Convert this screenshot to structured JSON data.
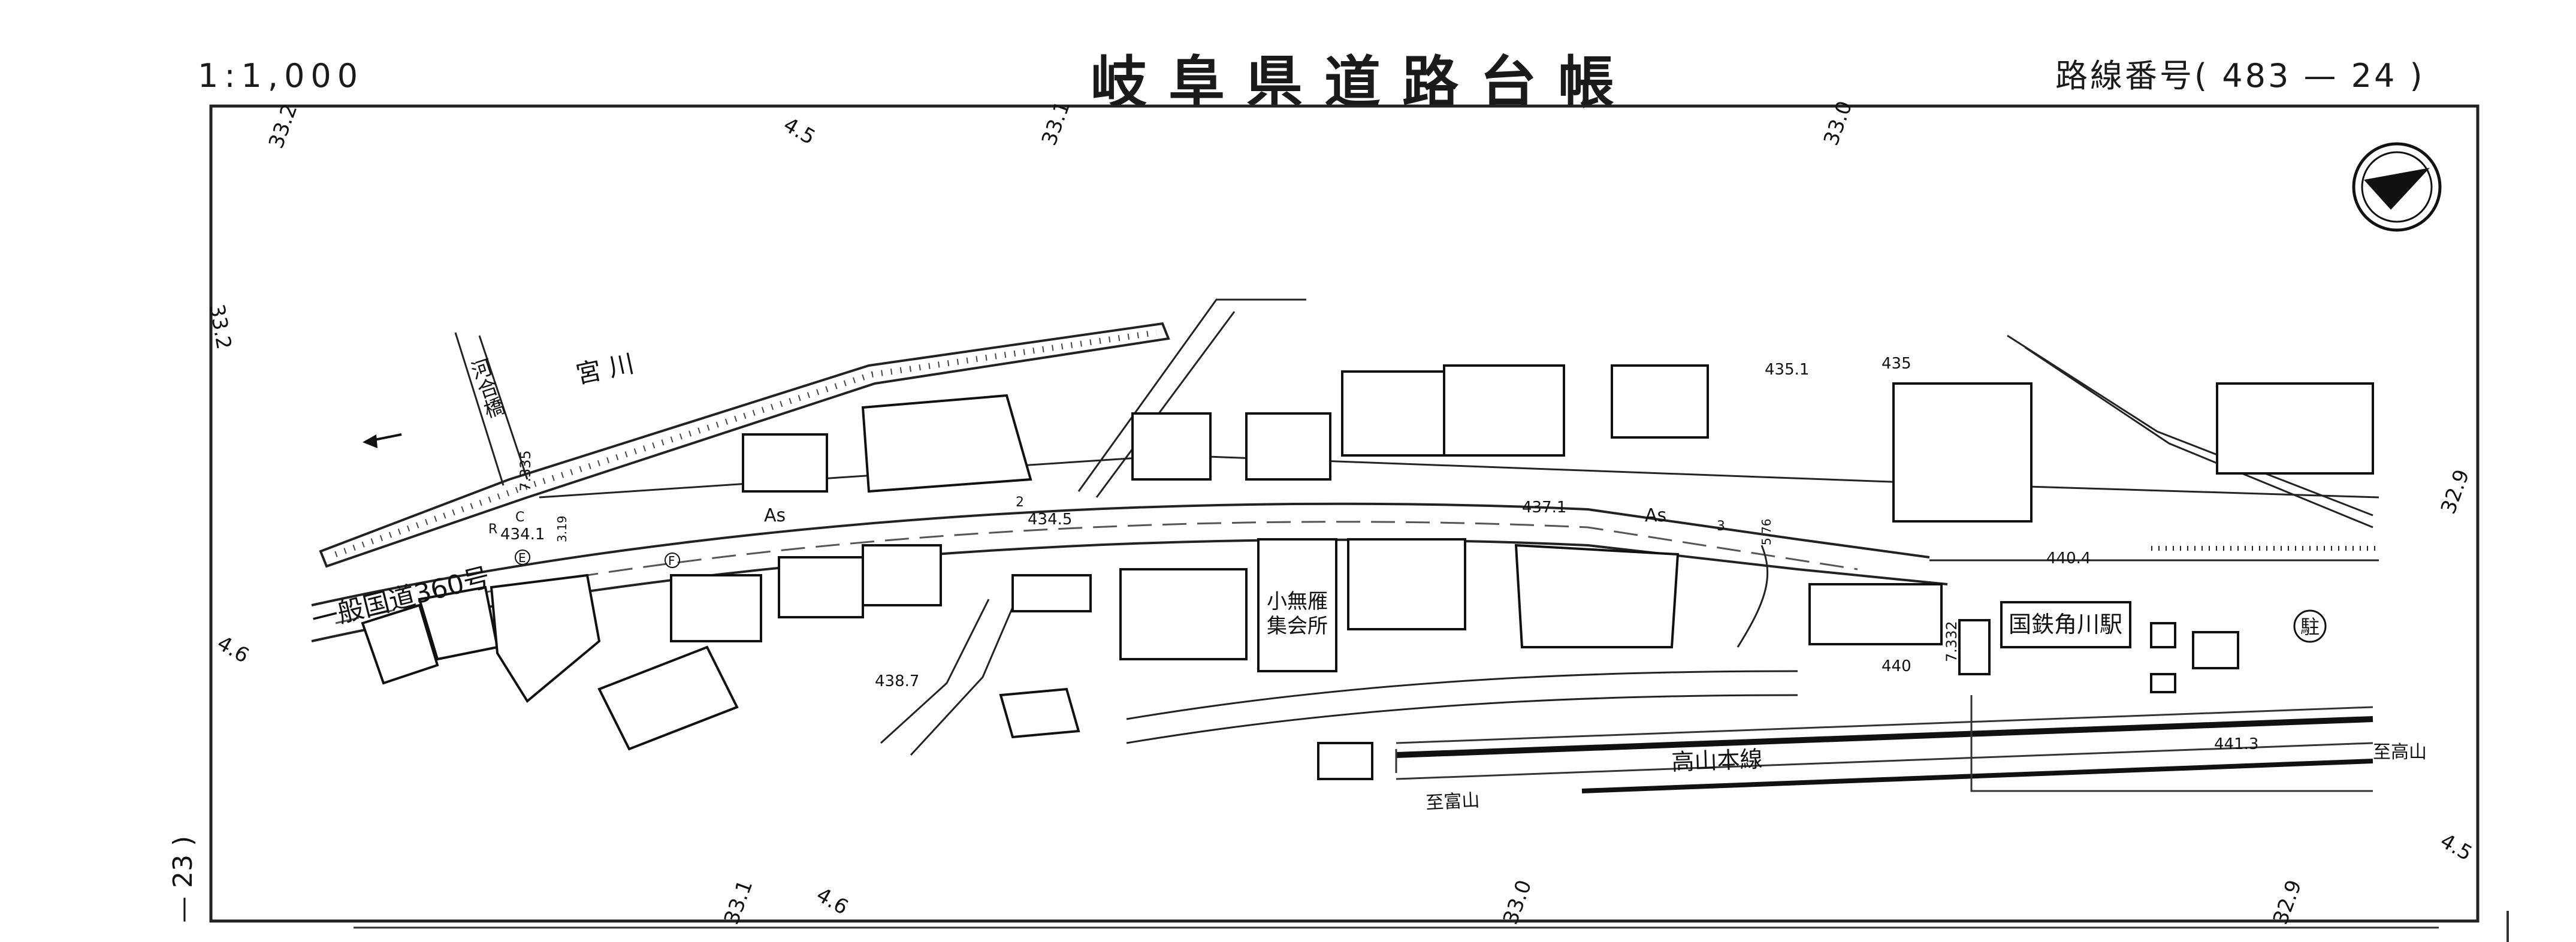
{
  "header": {
    "scale": "1:1,000",
    "title": "岐阜県道路台帳",
    "route_number": "路線番号( 483 — 24 )"
  },
  "sheet": {
    "adjacent_sheet": "— 23 )"
  },
  "map_labels": {
    "river": "宮 川",
    "bridge": "河合橋",
    "national_road": "一般国道360号",
    "railway": "高山本線",
    "station": "国鉄角川駅",
    "hall_line1": "小無雁",
    "hall_line2": "集会所",
    "to_toyama": "至富山",
    "to_takayama": "至高山",
    "pavement_1": "As",
    "pavement_2": "As",
    "station_symbol": "駐"
  },
  "grid_ticks": {
    "t1": "33.2",
    "t2": "4.5",
    "t3": "33.1",
    "t4": "33.0",
    "t5": "33.2",
    "t6": "4.6",
    "t7": "32.9",
    "t8": "4.5",
    "t9": "33.1",
    "t10": "4.6",
    "t11": "33.0",
    "t12": "32.9"
  },
  "elevations": {
    "e1": "434.1",
    "e2": "434.5",
    "e3": "437.1",
    "e4": "440.4",
    "e5": "438.7",
    "e6": "435.1",
    "e7": "435",
    "e8": "440",
    "e9": "441.3",
    "e10": "7.335",
    "e11": "7.332"
  },
  "markers": {
    "c": "C",
    "r": "R",
    "e": "E",
    "f": "F",
    "n2": "2",
    "n3": "3",
    "d1": "3.19",
    "d2": "5.76"
  },
  "icons": {
    "north": "north-arrow-icon",
    "direction": "left-arrow-icon"
  }
}
